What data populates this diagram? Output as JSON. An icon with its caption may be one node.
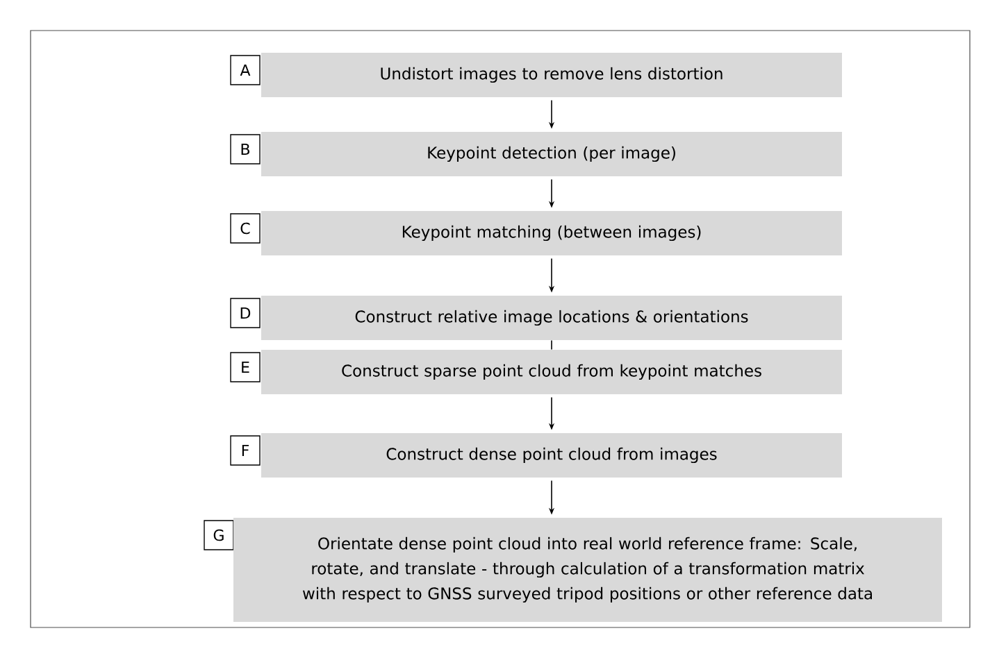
{
  "diagram": {
    "nodes": [
      {
        "text": [
          "A"
        ]
      },
      {
        "text": [
          "Undistort images to remove lens distortion"
        ]
      },
      {
        "text": [
          "B"
        ]
      },
      {
        "text": [
          "Keypoint detection (per image)"
        ]
      },
      {
        "text": [
          "C"
        ]
      },
      {
        "text": [
          "Keypoint matching (between images)"
        ]
      },
      {
        "text": [
          "D"
        ]
      },
      {
        "text": [
          "Construct relative image locations & orientations"
        ]
      },
      {
        "text": [
          "E"
        ]
      },
      {
        "text": [
          "Construct sparse point cloud from keypoint matches"
        ]
      },
      {
        "text": [
          "F"
        ]
      },
      {
        "text": [
          "Construct dense point cloud from images"
        ]
      },
      {
        "text": [
          "G"
        ]
      },
      {
        "text": [
          "Orientate dense point cloud into real world reference frame: Scale, rotate, and translate - through calculation of a transformation matrix with respect to GNSS surveyed tripod positions or other reference data"
        ]
      }
    ],
    "edges": [
      {
        "from": 1,
        "to": 3,
        "arrow": "to"
      },
      {
        "from": 3,
        "to": 5,
        "arrow": "to"
      },
      {
        "from": 5,
        "to": 7,
        "arrow": "to"
      },
      {
        "from": 7,
        "to": 9,
        "arrow": "none"
      },
      {
        "from": 9,
        "to": 11,
        "arrow": "to"
      },
      {
        "from": 11,
        "to": 13,
        "arrow": "to"
      }
    ]
  }
}
